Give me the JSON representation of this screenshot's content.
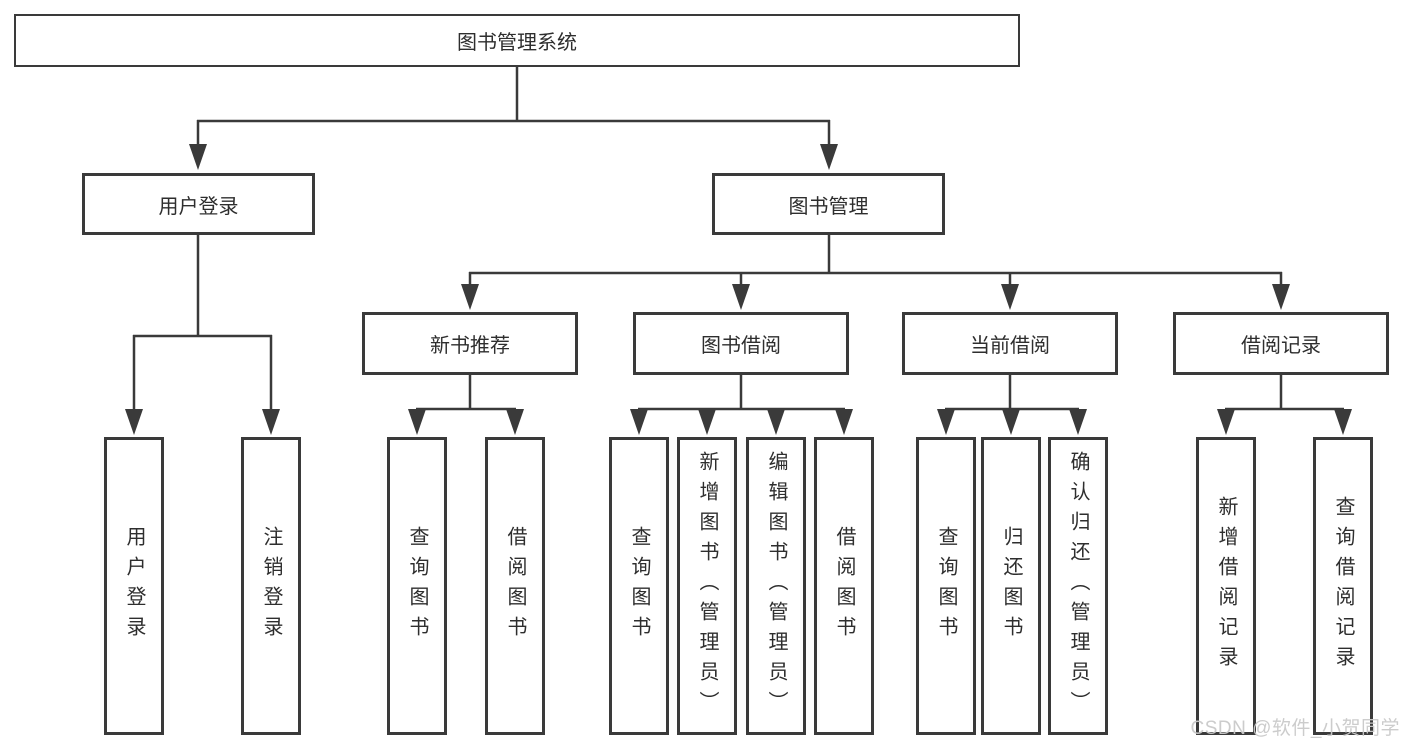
{
  "tree": {
    "root": "图书管理系统",
    "level1": [
      "用户登录",
      "图书管理"
    ],
    "level2": [
      "新书推荐",
      "图书借阅",
      "当前借阅",
      "借阅记录"
    ],
    "leaves": {
      "user_login": [
        "用户登录",
        "注销登录"
      ],
      "new_book": [
        "查询图书",
        "借阅图书"
      ],
      "book_borrow": [
        "查询图书",
        "新增图书（管理员）",
        "编辑图书（管理员）",
        "借阅图书"
      ],
      "current_borrow": [
        "查询图书",
        "归还图书",
        "确认归还（管理员）"
      ],
      "borrow_records": [
        "新增借阅记录",
        "查询借阅记录"
      ]
    }
  },
  "colors": {
    "line": "#3a3a3a",
    "box_border": "#3a3a3a",
    "box_background": "#ffffff",
    "text": "#2e2e2e",
    "watermark": "#c9c9c9"
  },
  "watermark": "CSDN @软件_小贺同学"
}
